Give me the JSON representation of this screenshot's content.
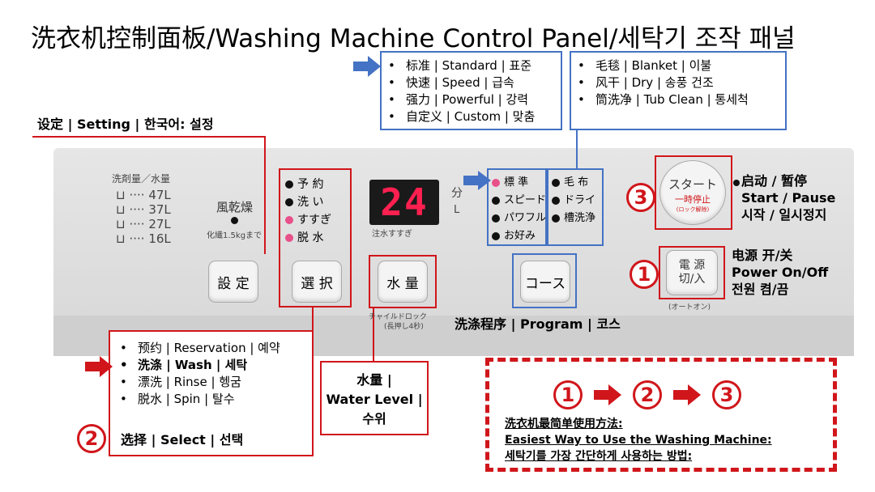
{
  "title": "洗衣机控制面板/Washing Machine Control Panel/세탁기 조작 패널",
  "program_list_a": [
    "标准 | Standard | 표준",
    "快速 | Speed | 급속",
    "强力 | Powerful | 강력",
    "自定义 | Custom | 맞춤"
  ],
  "program_list_b": [
    "毛毯 | Blanket | 이불",
    "风干 | Dry | 송풍 건조",
    "筒洗净 | Tub Clean | 통세척"
  ],
  "setting_label": "设定 | Setting | 한국어: 설정",
  "detergent": {
    "header": "洗剤量／水量",
    "levels": [
      "47L",
      "37L",
      "27L",
      "16L"
    ]
  },
  "wind_dry": {
    "label": "風乾燥",
    "note": "化繊1.5kgまで"
  },
  "status_items": [
    "予 約",
    "洗 い",
    "すすぎ",
    "脱 水"
  ],
  "display": {
    "value": "24",
    "sub": "注水すすぎ",
    "minute": "分",
    "liter": "L"
  },
  "course_items_a": [
    "標 準",
    "スピード",
    "パワフル",
    "お好み"
  ],
  "course_items_b": [
    "毛 布",
    "ドライ",
    "槽洗浄"
  ],
  "buttons": {
    "setting": "設 定",
    "select": "選 択",
    "water": "水 量",
    "course": "コース",
    "start_top": "スタート",
    "start_mid": "一時停止",
    "start_small": "(ロック解除)",
    "power_top": "電 源",
    "power_bottom": "切/入"
  },
  "child_lock": {
    "line1": "チャイルドロック",
    "line2": "(長押し4秒)"
  },
  "auto_on": "(オートオン)",
  "start_label": [
    "启动 / 暂停",
    "Start / Pause",
    "시작 / 일시정지"
  ],
  "power_label": [
    "电源 开/关",
    "Power On/Off",
    "전원 켬/끔"
  ],
  "program_label": "洗涤程序 | Program | 코스",
  "select_list": [
    "预约 | Reservation | 예약",
    "洗涤 | Wash | 세탁",
    "漂洗 | Rinse | 헹굼",
    "脱水 | Spin | 탈수"
  ],
  "select_label": "选择 | Select | 선택",
  "water_label": [
    "水量 |",
    "Water Level |",
    "수위"
  ],
  "numbers": [
    "1",
    "2",
    "3"
  ],
  "easy": [
    "洗衣机最简单使用方法:",
    "Easiest Way to Use the Washing Machine:",
    "세탁기를 가장 간단하게 사용하는 방법:"
  ],
  "colors": {
    "red": "#d0161b",
    "blue": "#4472c4",
    "pink": "#e8508a",
    "segment": "#ff2050"
  }
}
